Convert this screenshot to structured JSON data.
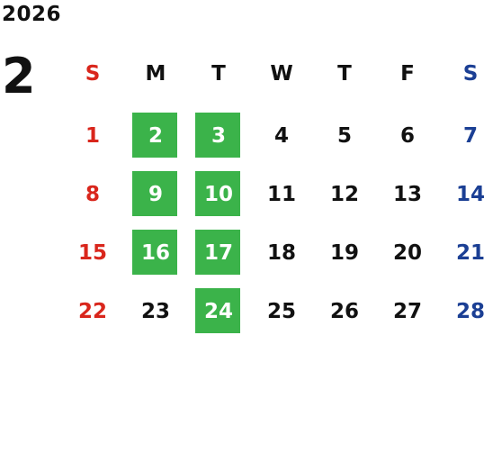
{
  "calendar": {
    "year": "2026",
    "month": "2",
    "weekdays": [
      "S",
      "M",
      "T",
      "W",
      "T",
      "F",
      "S"
    ],
    "colors": {
      "sunday": "#d9261c",
      "saturday": "#1b3f94",
      "weekday": "#111111",
      "highlight_bg": "#3bb34a",
      "highlight_text": "#ffffff"
    },
    "weeks": [
      [
        {
          "day": "1",
          "highlight": false
        },
        {
          "day": "2",
          "highlight": true
        },
        {
          "day": "3",
          "highlight": true
        },
        {
          "day": "4",
          "highlight": false
        },
        {
          "day": "5",
          "highlight": false
        },
        {
          "day": "6",
          "highlight": false
        },
        {
          "day": "7",
          "highlight": false
        }
      ],
      [
        {
          "day": "8",
          "highlight": false
        },
        {
          "day": "9",
          "highlight": true
        },
        {
          "day": "10",
          "highlight": true
        },
        {
          "day": "11",
          "highlight": false
        },
        {
          "day": "12",
          "highlight": false
        },
        {
          "day": "13",
          "highlight": false
        },
        {
          "day": "14",
          "highlight": false
        }
      ],
      [
        {
          "day": "15",
          "highlight": false
        },
        {
          "day": "16",
          "highlight": true
        },
        {
          "day": "17",
          "highlight": true
        },
        {
          "day": "18",
          "highlight": false
        },
        {
          "day": "19",
          "highlight": false
        },
        {
          "day": "20",
          "highlight": false
        },
        {
          "day": "21",
          "highlight": false
        }
      ],
      [
        {
          "day": "22",
          "highlight": false
        },
        {
          "day": "23",
          "highlight": false
        },
        {
          "day": "24",
          "highlight": true
        },
        {
          "day": "25",
          "highlight": false
        },
        {
          "day": "26",
          "highlight": false
        },
        {
          "day": "27",
          "highlight": false
        },
        {
          "day": "28",
          "highlight": false
        }
      ]
    ]
  }
}
